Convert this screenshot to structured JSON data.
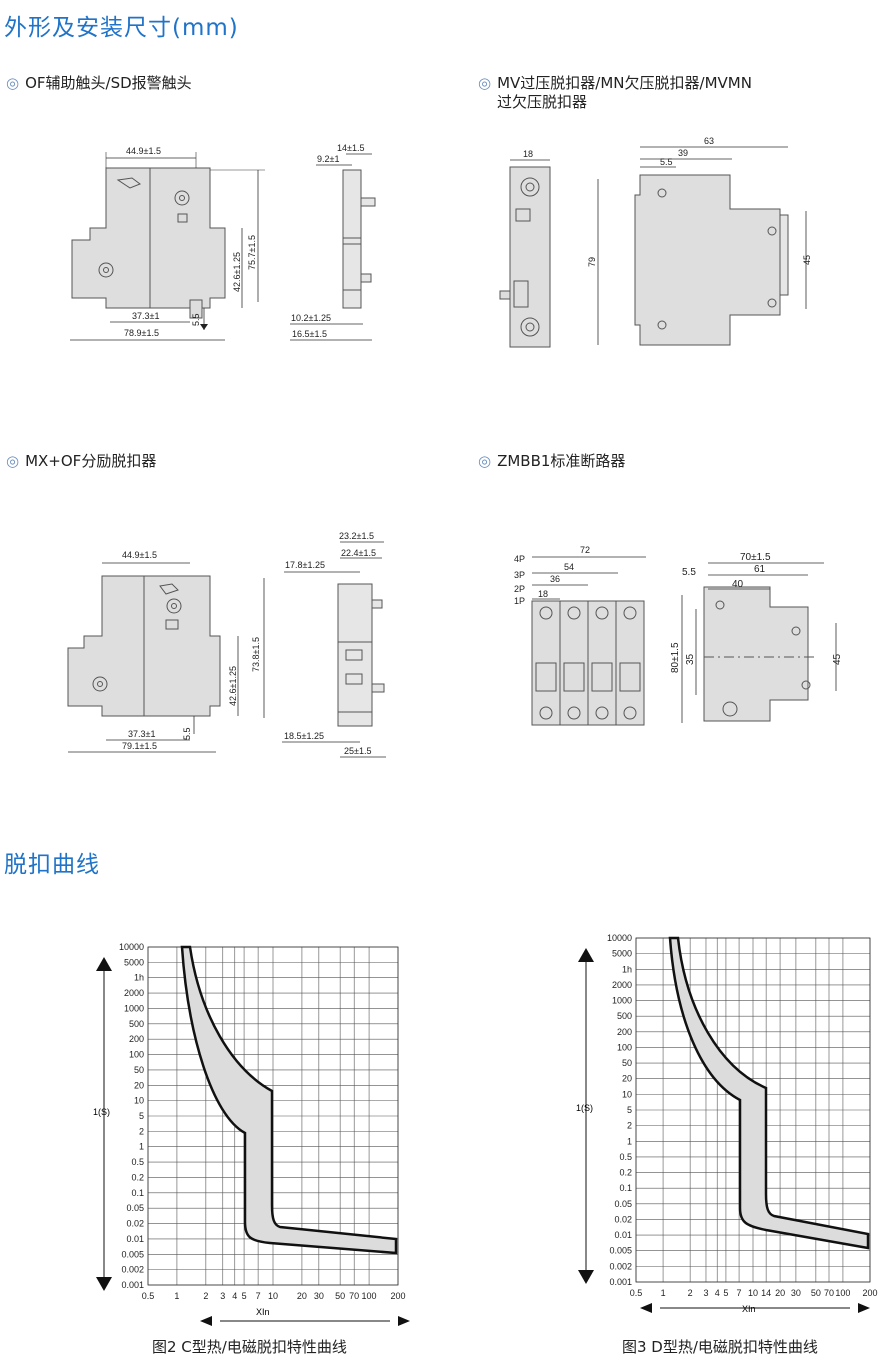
{
  "headings": {
    "outline": "外形及安装尺寸(mm)",
    "curves": "脱扣曲线"
  },
  "sections": {
    "of_sd": "OF辅助触头/SD报警触头",
    "mv_mn_line1": "MV过压脱扣器/MN欠压脱扣器/MVMN",
    "mv_mn_line2": "过欠压脱扣器",
    "mx_of": "MX+OF分励脱扣器",
    "zmbb1": "ZMBB1标准断路器"
  },
  "bullet": "◎",
  "dims": {
    "of": {
      "top_width": "44.9±1.5",
      "height": "75.7±1.5",
      "mid_height": "42.6±1.25",
      "bottom_inner": "37.3±1",
      "bottom_total": "78.9±1.5",
      "tab": "5.5",
      "side_top1": "14±1.5",
      "side_top2": "9.2±1",
      "side_bot1": "10.2±1.25",
      "side_bot2": "16.5±1.5"
    },
    "mv": {
      "width": "18",
      "total": "63",
      "mid": "39",
      "small": "5.5",
      "height": "79",
      "inner": "45"
    },
    "mx": {
      "top_width": "44.9±1.5",
      "height": "73.8±1.5",
      "mid_height": "42.6±1.25",
      "bottom_inner": "37.3±1",
      "bottom_total": "79.1±1.5",
      "tab": "5.5",
      "side_top1": "23.2±1.5",
      "side_top2": "22.4±1.5",
      "side_left": "17.8±1.25",
      "side_bot1": "18.5±1.25",
      "side_bot2": "25±1.5"
    },
    "zmbb": {
      "poles": [
        "4P",
        "3P",
        "2P",
        "1P"
      ],
      "widths": [
        "72",
        "54",
        "36",
        "18"
      ],
      "height": "80±1.5",
      "inner": "35",
      "right": "45",
      "depth_total": "70±1.5",
      "depth_mid": "61",
      "depth_in": "40",
      "offset": "5.5"
    }
  },
  "charts": [
    {
      "caption": "图2 C型热/电磁脱扣特性曲线",
      "y_ticks": [
        "10000",
        "5000",
        "1h",
        "2000",
        "1000",
        "500",
        "200",
        "100",
        "50",
        "20",
        "10",
        "5",
        "2",
        "1",
        "0.5",
        "0.2",
        "0.1",
        "0.05",
        "0.02",
        "0.01",
        "0.005",
        "0.002",
        "0.001"
      ],
      "x_ticks": [
        "0.5",
        "1",
        "2",
        "3",
        "4",
        "5",
        "7",
        "10",
        "20",
        "30",
        "50",
        "70",
        "100",
        "200"
      ],
      "ylabel": "1(S)",
      "xlabel": "XIn"
    },
    {
      "caption": "图3 D型热/电磁脱扣特性曲线",
      "y_ticks": [
        "10000",
        "5000",
        "1h",
        "2000",
        "1000",
        "500",
        "200",
        "100",
        "50",
        "20",
        "10",
        "5",
        "2",
        "1",
        "0.5",
        "0.2",
        "0.1",
        "0.05",
        "0.02",
        "0.01",
        "0.005",
        "0.002",
        "0.001"
      ],
      "x_ticks": [
        "0.5",
        "1",
        "2",
        "3",
        "4",
        "5",
        "7",
        "10",
        "14",
        "20",
        "30",
        "50",
        "70",
        "100",
        "200"
      ],
      "ylabel": "1(S)",
      "xlabel": "XIn"
    }
  ]
}
